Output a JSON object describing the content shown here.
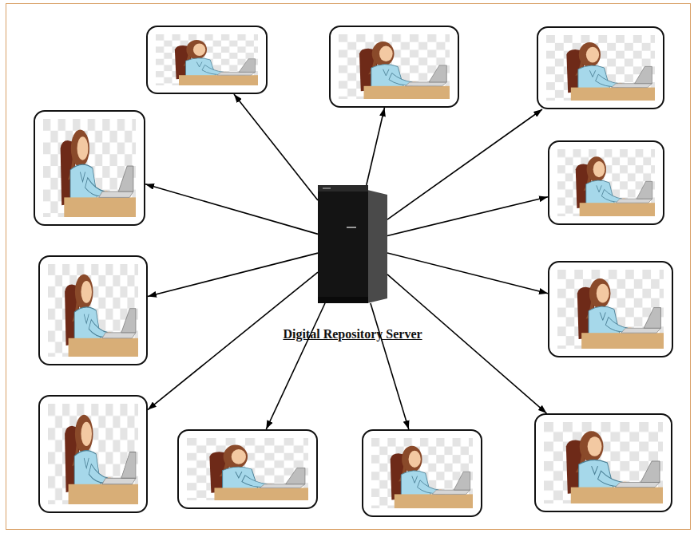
{
  "diagram": {
    "nodes": [
      {
        "text": [
          "Digital Repository Server"
        ]
      },
      {
        "text": []
      },
      {
        "text": []
      },
      {
        "text": []
      },
      {
        "text": []
      },
      {
        "text": []
      },
      {
        "text": []
      },
      {
        "text": []
      },
      {
        "text": []
      },
      {
        "text": []
      },
      {
        "text": []
      },
      {
        "text": []
      }
    ],
    "edges": [
      {
        "from": 0,
        "to": 1,
        "arrow": "to"
      },
      {
        "from": 0,
        "to": 2,
        "arrow": "to"
      },
      {
        "from": 0,
        "to": 3,
        "arrow": "to"
      },
      {
        "from": 0,
        "to": 4,
        "arrow": "to"
      },
      {
        "from": 0,
        "to": 5,
        "arrow": "to"
      },
      {
        "from": 0,
        "to": 6,
        "arrow": "to"
      },
      {
        "from": 0,
        "to": 7,
        "arrow": "to"
      },
      {
        "from": 0,
        "to": 8,
        "arrow": "to"
      },
      {
        "from": 0,
        "to": 9,
        "arrow": "to"
      },
      {
        "from": 0,
        "to": 10,
        "arrow": "to"
      },
      {
        "from": 0,
        "to": 11,
        "arrow": "to"
      }
    ]
  }
}
